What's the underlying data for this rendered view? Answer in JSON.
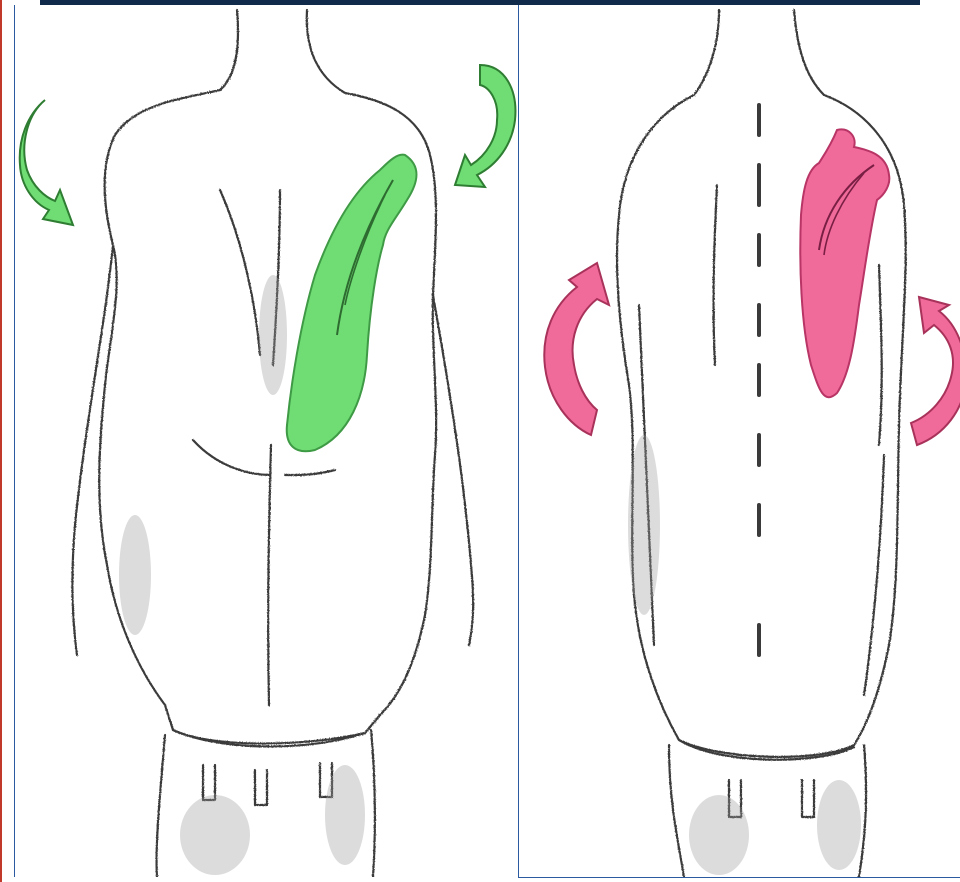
{
  "figure": {
    "panels": [
      {
        "id": "left",
        "subject": "back",
        "highlight_color": "#6fdc74",
        "arrow_color": "#6fdc74",
        "outline_color": "#3f9a45"
      },
      {
        "id": "right",
        "subject": "back",
        "highlight_color": "#f06a9a",
        "arrow_color": "#f06a9a",
        "outline_color": "#b83565"
      }
    ],
    "colors": {
      "sketch_line": "#3a3a3a",
      "shade": "#9a9a9a",
      "top_bar": "#0f2a4a",
      "frame": "#2c5aa0",
      "accent": "#c0392b"
    }
  }
}
